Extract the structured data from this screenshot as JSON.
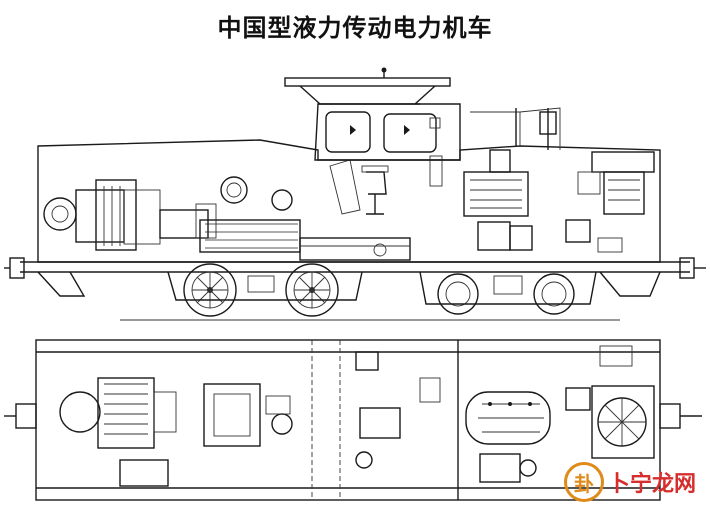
{
  "title": "中国型液力传动电力机车",
  "watermark": {
    "badge_glyph": "卦",
    "text": "卜宁龙网",
    "color_text": "#d62d2d",
    "color_badge": "#e08a1a"
  }
}
